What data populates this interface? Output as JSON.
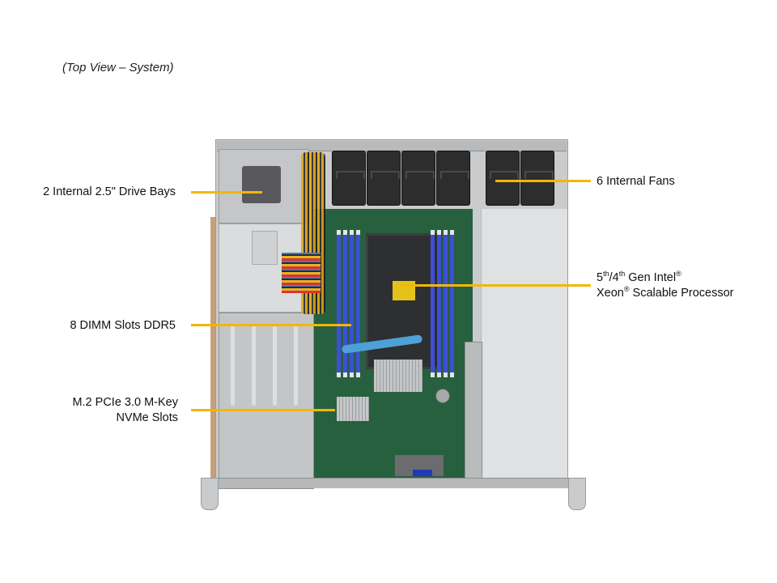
{
  "caption": "(Top View – System)",
  "callouts": [
    {
      "id": "drive-bays",
      "text": "2 Internal  2.5\" Drive Bays",
      "side": "left"
    },
    {
      "id": "fans",
      "text": "6 Internal  Fans",
      "side": "right"
    },
    {
      "id": "processor",
      "line1_a": "5",
      "line1_sup_a": "th",
      "line1_b": "/4",
      "line1_sup_b": "th",
      "line1_c": " Gen Intel",
      "line1_sup_c": "®",
      "line2_a": "Xeon",
      "line2_sup": "®",
      "line2_b": " Scalable Processor",
      "side": "right"
    },
    {
      "id": "dimm",
      "text": "8 DIMM Slots DDR5",
      "side": "left"
    },
    {
      "id": "m2",
      "line1": "M.2 PCIe 3.0 M-Key",
      "line2": "NVMe Slots",
      "side": "left"
    }
  ],
  "colors": {
    "leader_line": "#f2b705",
    "dimm_slot": "#3d4fd6",
    "board": "#27603f",
    "chassis": "#c9cbcc"
  }
}
